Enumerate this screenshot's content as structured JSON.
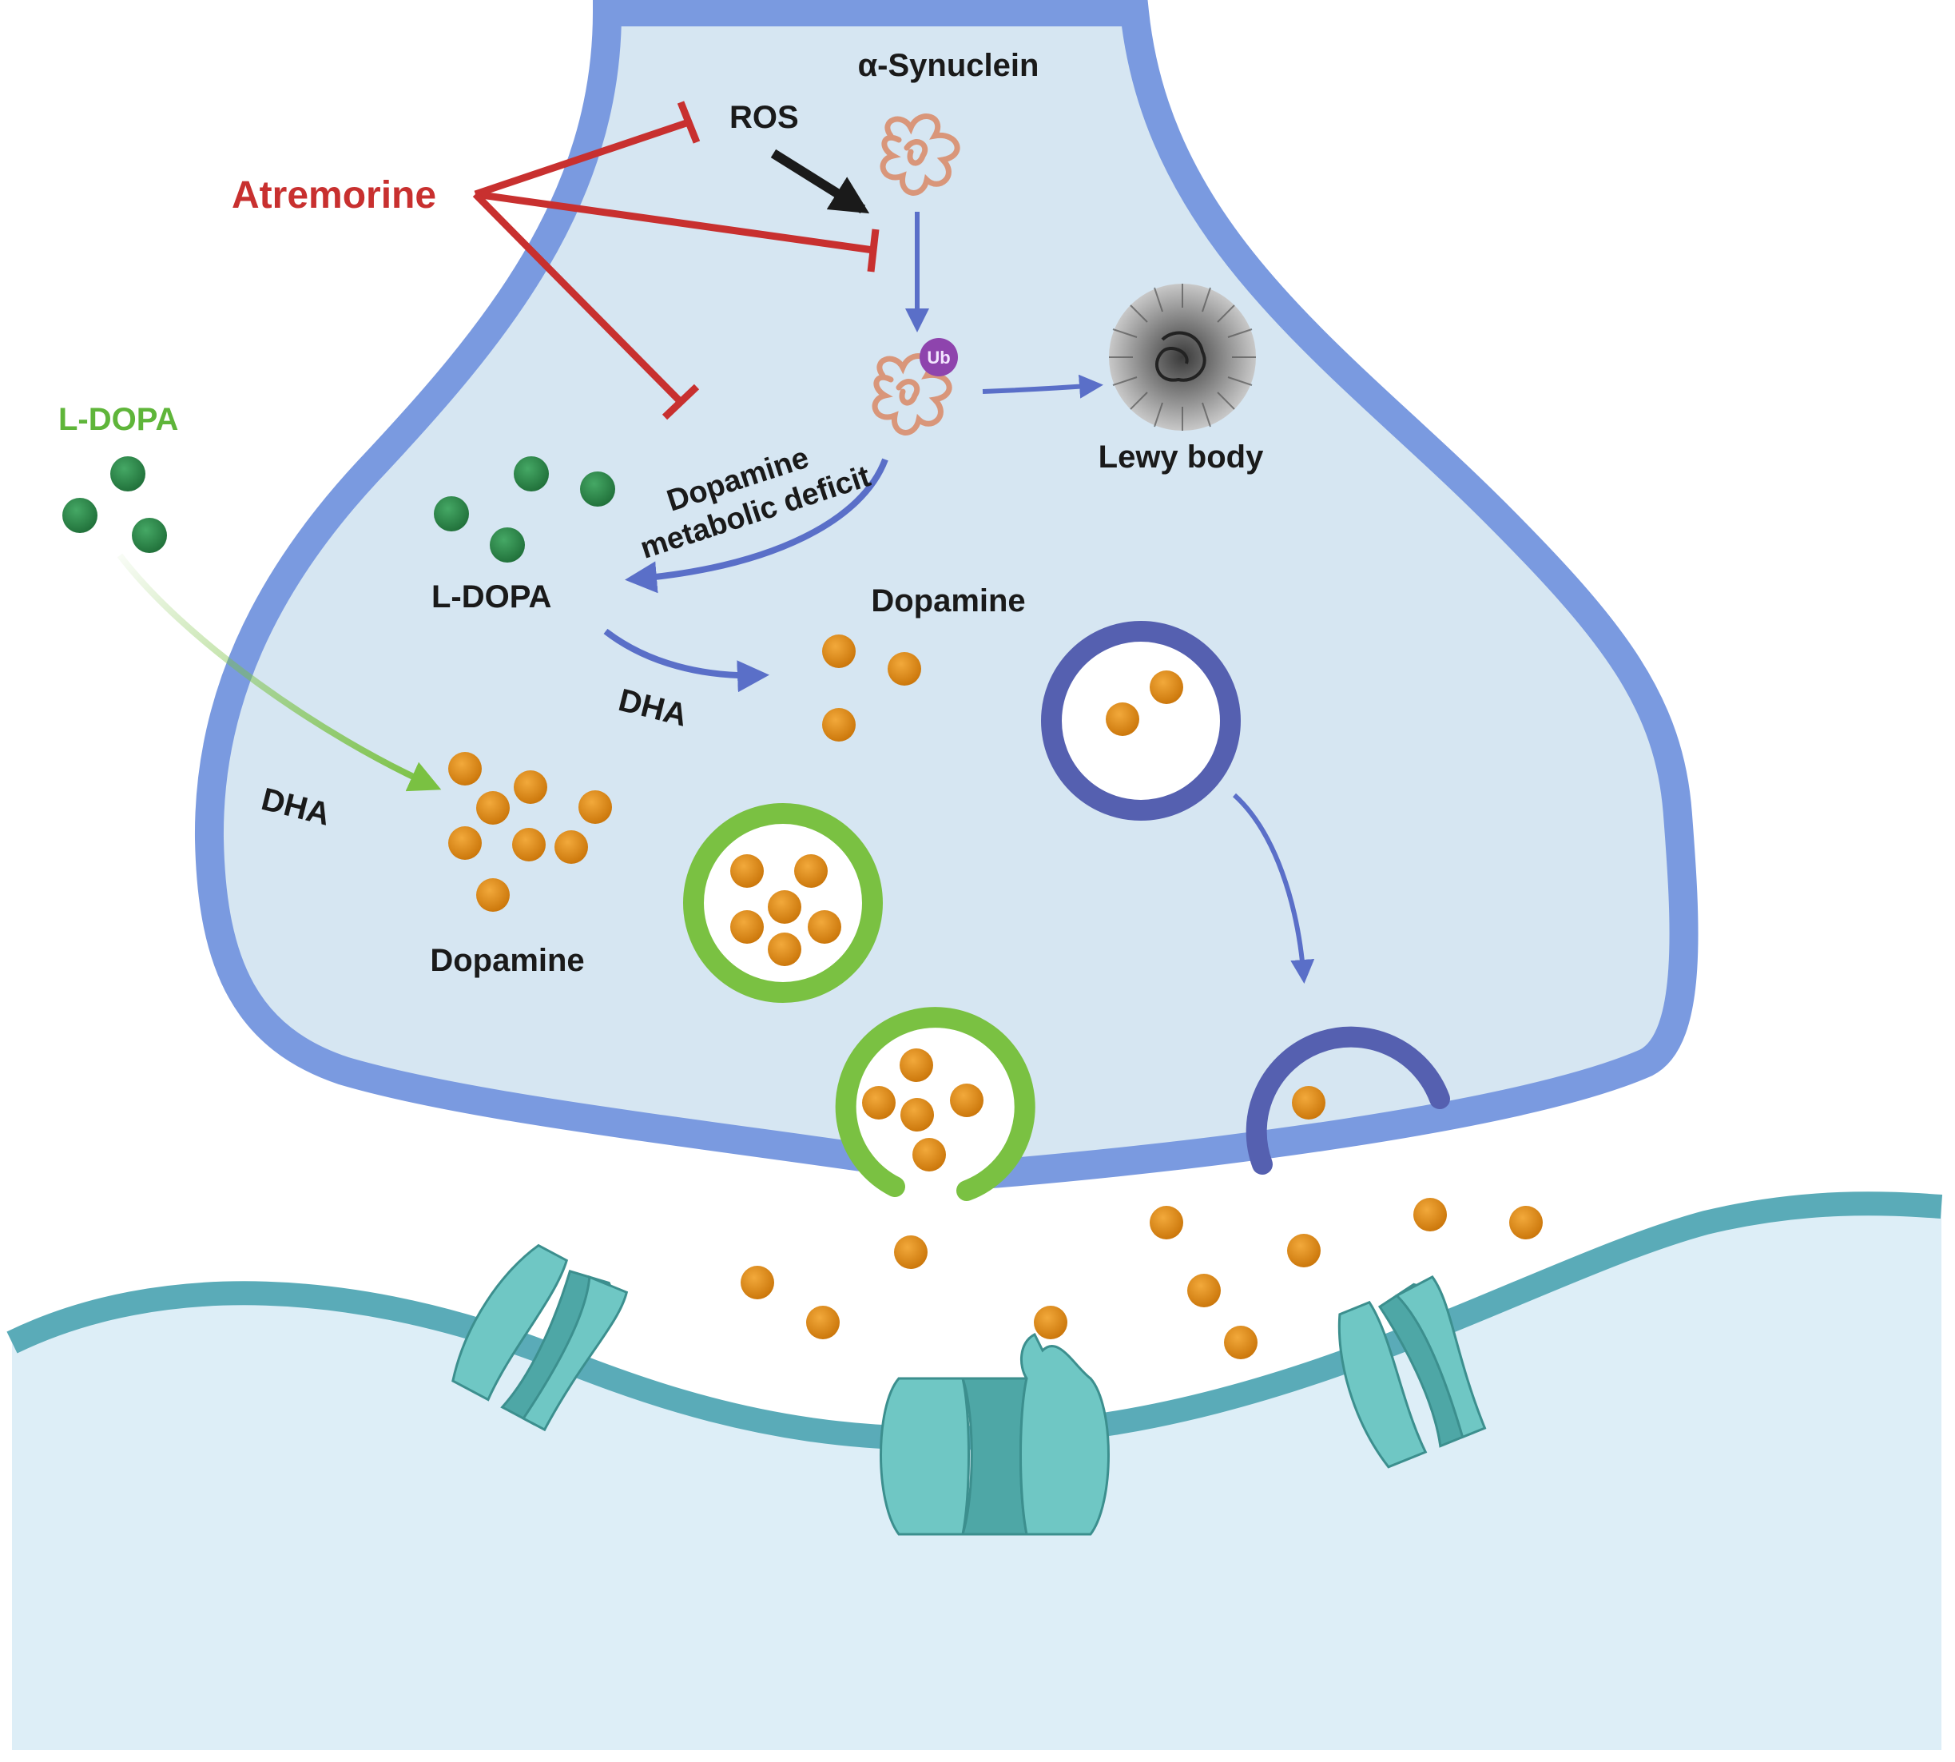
{
  "labels": {
    "atremorine": "Atremorine",
    "ros": "ROS",
    "alpha_synuclein": "α-Synuclein",
    "ub": "Ub",
    "lewy_body": "Lewy body",
    "l_dopa_outside": "L-DOPA",
    "l_dopa_inside": "L-DOPA",
    "dopamine_metabolic_line1": "Dopamine",
    "dopamine_metabolic_line2": "metabolic deficit",
    "dopamine_top": "Dopamine",
    "dha_inner": "DHA",
    "dha_outer": "DHA",
    "dopamine_bottom": "Dopamine"
  },
  "colors": {
    "presynaptic_fill": "#d6e6f2",
    "presynaptic_border": "#7a9ae0",
    "postsynaptic_fill": "#ddeef7",
    "postsynaptic_membrane": "#5aabb8",
    "atremorine_red": "#c8302f",
    "l_dopa_green": "#2e8b4a",
    "l_dopa_label_green": "#5fb53a",
    "dopamine_orange": "#e08a0c",
    "vesicle_green": "#7ac142",
    "vesicle_blue": "#5560b0",
    "pathway_blue": "#5a6fc8",
    "receptor_teal": "#6fc7c4",
    "synuclein_pink": "#d9967a",
    "ub_purple": "#8e44ad",
    "lewy_gray": "#9a9a9a"
  }
}
